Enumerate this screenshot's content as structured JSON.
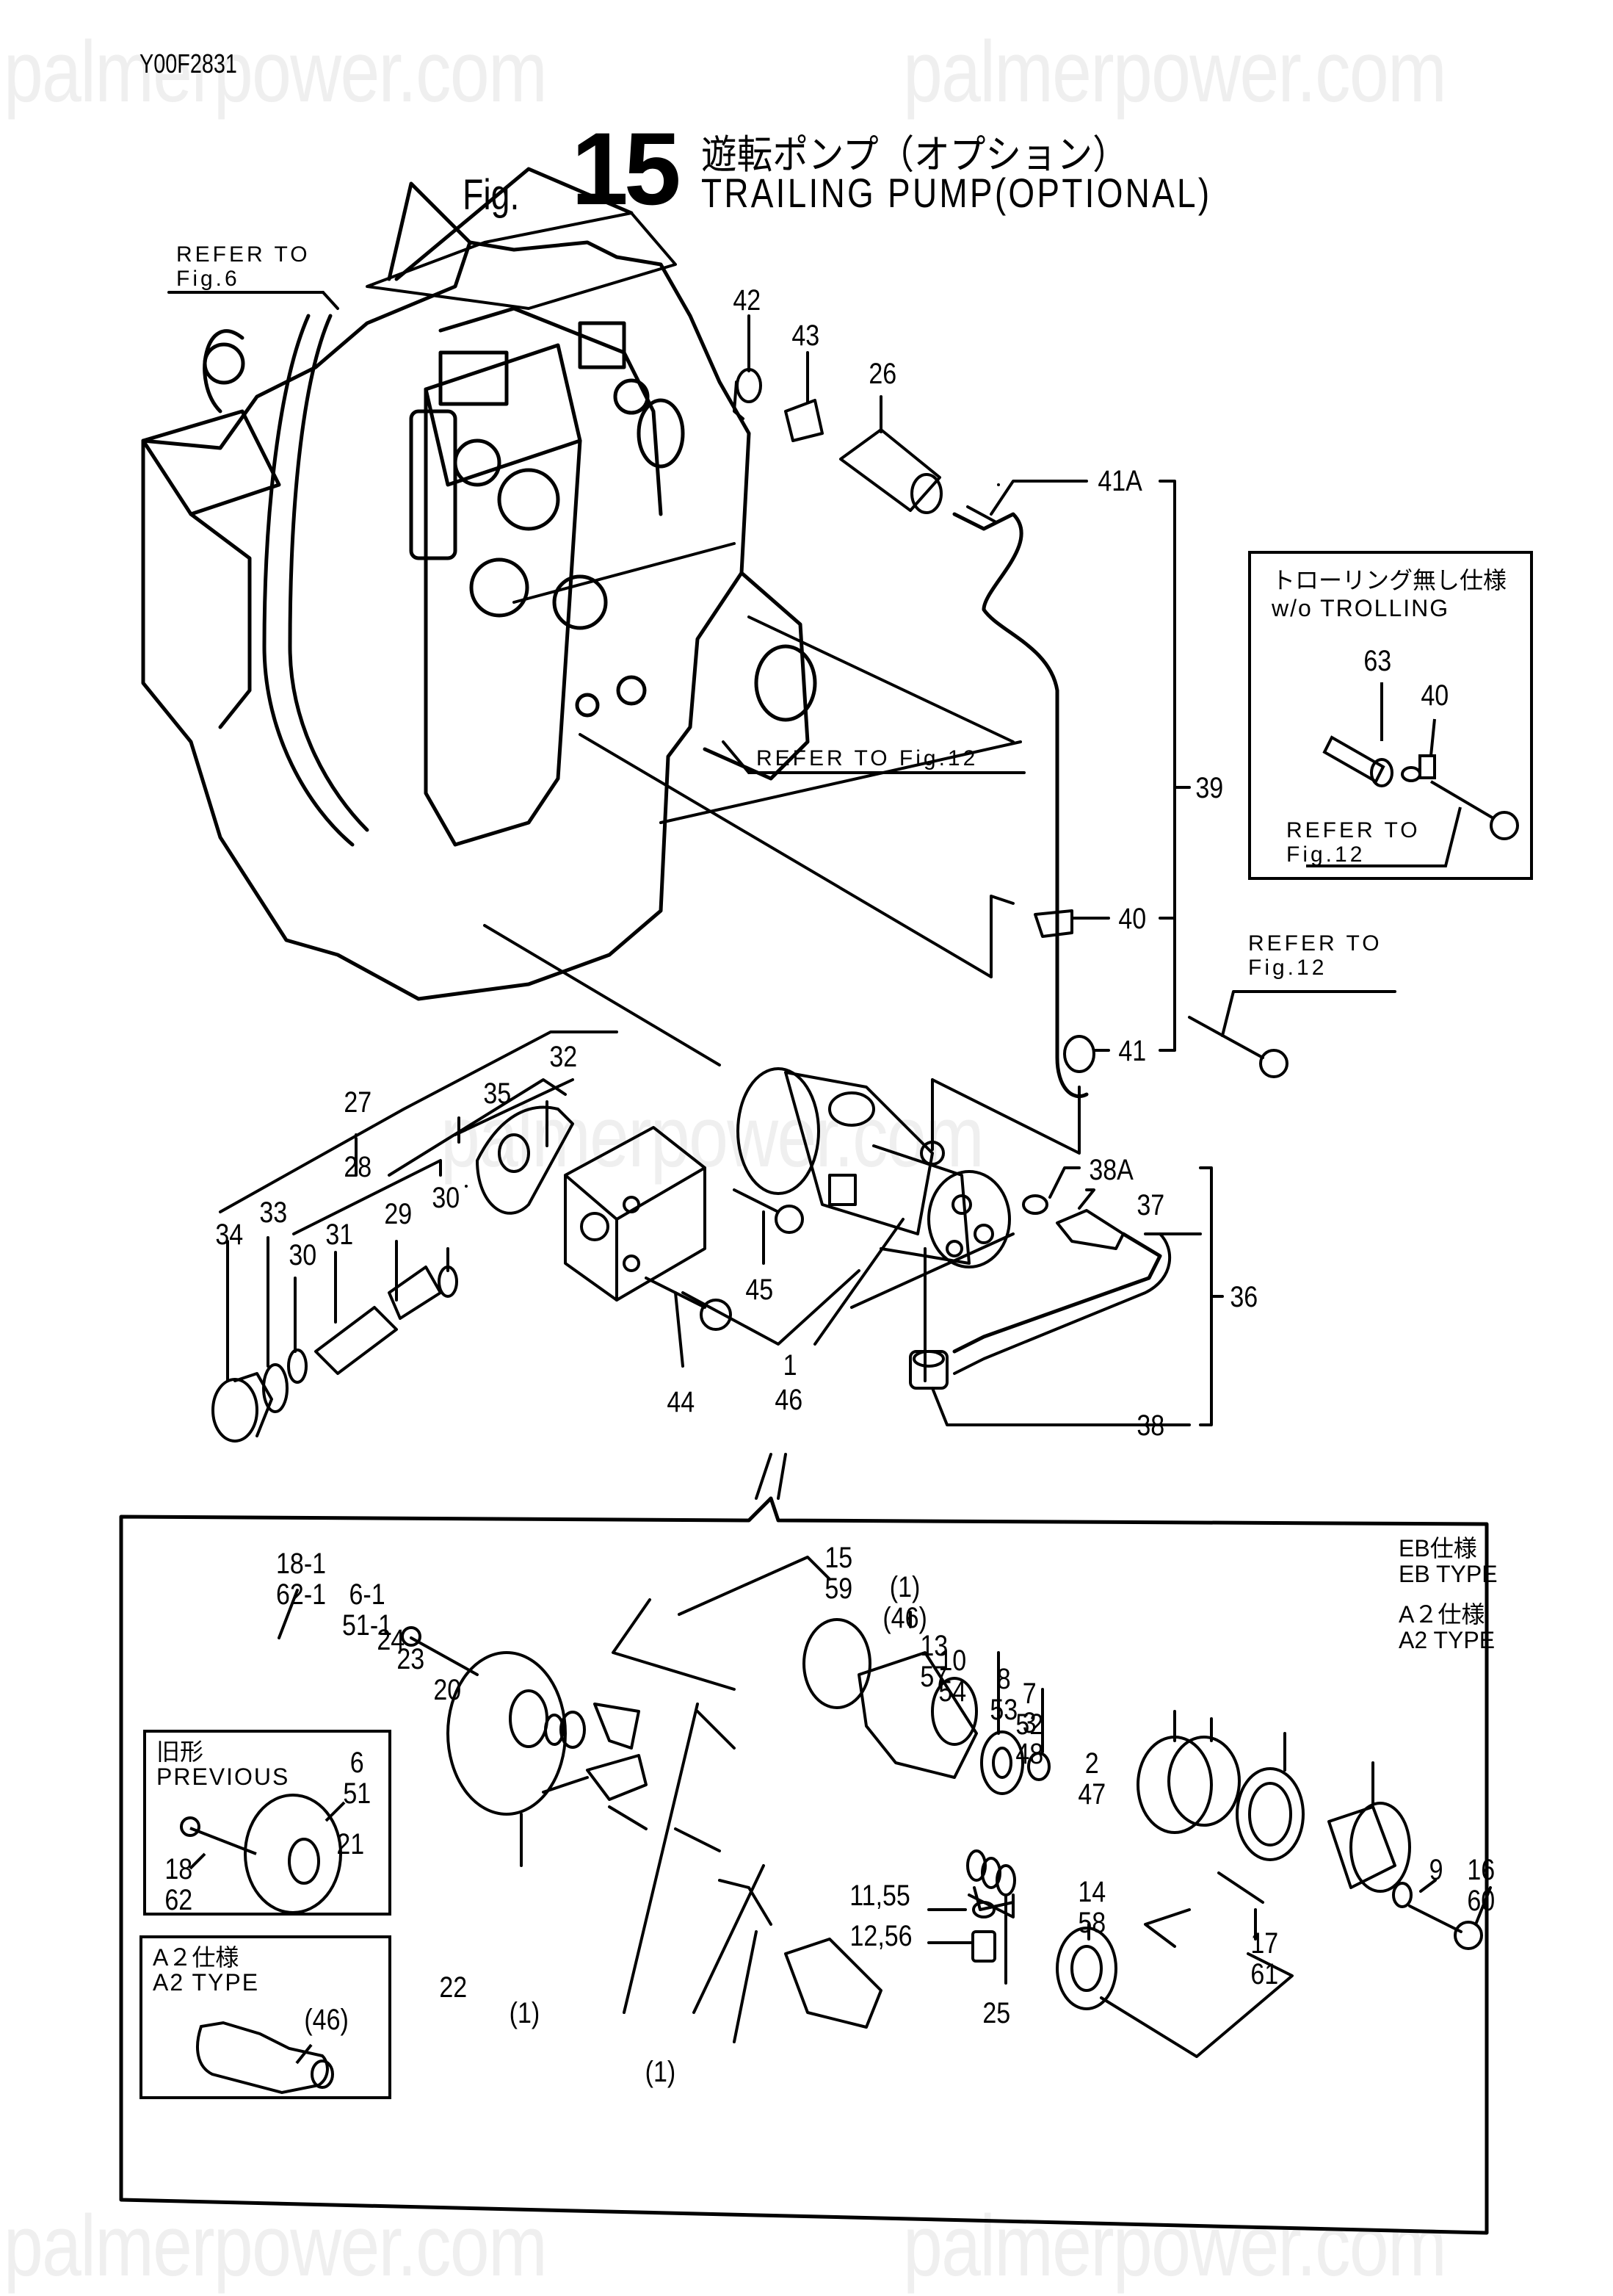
{
  "watermark": "palmerpower.com",
  "drawing_code": "Y00F2831",
  "title": {
    "fig_word": "Fig.",
    "fig_number": "15",
    "japanese": "遊転ポンプ（オプション）",
    "english": "TRAILING PUMP(OPTIONAL)"
  },
  "references": {
    "fig6": "REFER TO\nFig.6",
    "fig12_inline": "REFER TO Fig.12",
    "fig12_bolt": "REFER TO\nFig.12",
    "fig12_inset": "REFER TO\nFig.12"
  },
  "upper_labels": {
    "p42": "42",
    "p43": "43",
    "p26": "26",
    "p41A": "41A",
    "p39": "39",
    "p40": "40",
    "p41": "41",
    "p38A": "38A",
    "p37": "37",
    "p36": "36",
    "p38": "38",
    "p27": "27",
    "p35": "35",
    "p32": "32",
    "p28": "28",
    "p29": "29",
    "p30a": "30",
    "p30b": "30",
    "p31": "31",
    "p33": "33",
    "p34": "34",
    "p44": "44",
    "p45": "45",
    "p1": "1",
    "p46": "46"
  },
  "trolling_box": {
    "title_jp": "トローリング無し仕様",
    "title_en": "w/o TROLLING",
    "p63": "63",
    "p40": "40"
  },
  "detail_box": {
    "eb_jp": "EB仕様",
    "eb_en": "EB TYPE",
    "a2_jp": "A２仕様",
    "a2_en": "A2 TYPE",
    "labels": {
      "p18_1": "18-1\n62-1",
      "p6_1": "6-1\n51-1",
      "p24": "24",
      "p23": "23",
      "p20": "20",
      "p21": "21",
      "p22": "22",
      "p1a": "(1)",
      "p1b": "(1)",
      "p15": "15\n59",
      "p1_46": "(1)\n(46)",
      "p13": "13\n57",
      "p10": "10\n54",
      "p8": "8\n53",
      "p7": "7\n52",
      "p3": "3\n48",
      "p2": "2\n47",
      "p9": "9",
      "p16": "16\n60",
      "p11": "11,55",
      "p12": "12,56",
      "p14": "14\n58",
      "p17": "17\n61",
      "p25": "25"
    }
  },
  "previous_box": {
    "title_jp": "旧形",
    "title_en": "PREVIOUS",
    "p6": "6\n51",
    "p18": "18\n62"
  },
  "a2_box": {
    "title_jp": "A２仕様",
    "title_en": "A2 TYPE",
    "p46": "(46)"
  }
}
